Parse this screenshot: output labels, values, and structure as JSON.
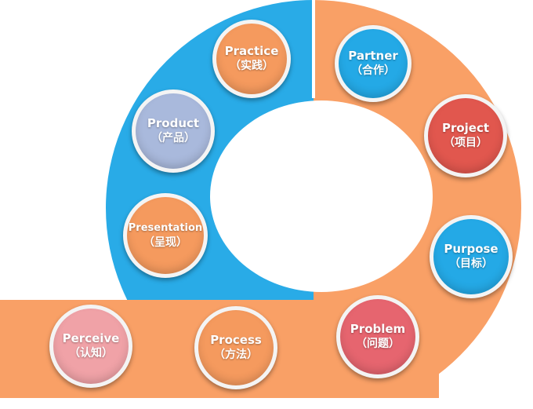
{
  "colors": {
    "ring_blue": "#29abe7",
    "ring_orange": "#f9a066",
    "node_orange": "#f59a5e",
    "node_blue": "#24a9e6",
    "node_red": "#e1574e",
    "node_lavender": "#a9b9dc",
    "node_pink": "#f0a2a7",
    "node_rose": "#e6656f"
  },
  "nodes": [
    {
      "id": "practice",
      "en": "Practice",
      "zh": "（实践）",
      "color": "#f59a5e"
    },
    {
      "id": "partner",
      "en": "Partner",
      "zh": "（合作）",
      "color": "#24a9e6"
    },
    {
      "id": "product",
      "en": "Product",
      "zh": "（产品）",
      "color": "#a9b9dc"
    },
    {
      "id": "project",
      "en": "Project",
      "zh": "（项目）",
      "color": "#e1574e"
    },
    {
      "id": "presentation",
      "en": "Presentation",
      "zh": "（呈现）",
      "color": "#f59a5e"
    },
    {
      "id": "purpose",
      "en": "Purpose",
      "zh": "（目标）",
      "color": "#24a9e6"
    },
    {
      "id": "perceive",
      "en": "Perceive",
      "zh": "（认知）",
      "color": "#f0a2a7"
    },
    {
      "id": "process",
      "en": "Process",
      "zh": "（方法）",
      "color": "#f59a5e"
    },
    {
      "id": "problem",
      "en": "Problem",
      "zh": "（问题）",
      "color": "#e6656f"
    }
  ]
}
